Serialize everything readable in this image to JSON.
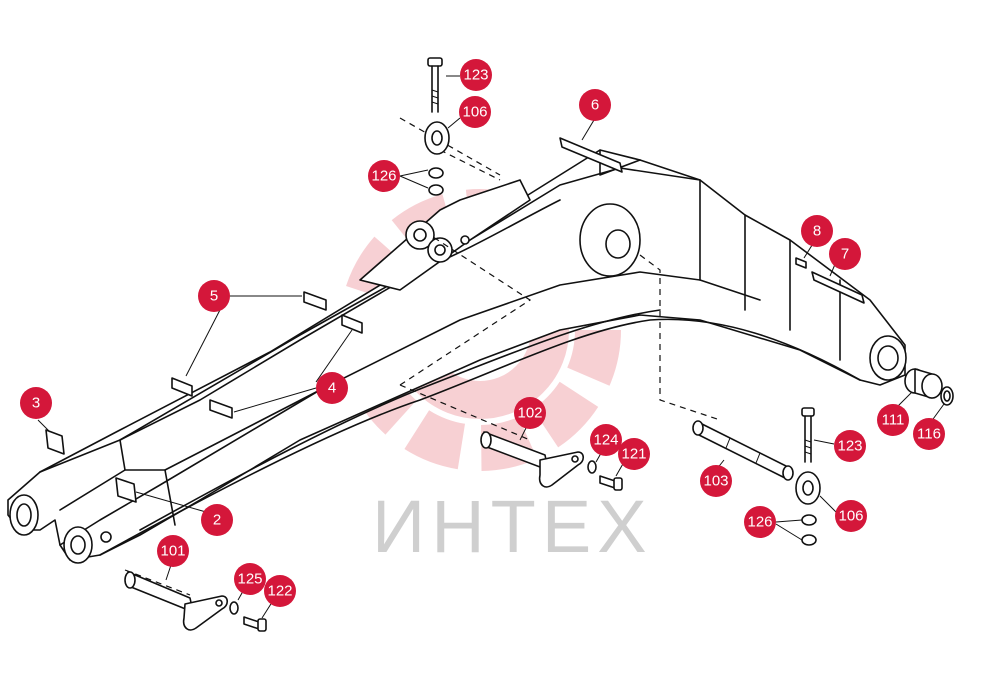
{
  "watermark": {
    "text": "ИНТЕХ",
    "logo_color": "#f6c8cc"
  },
  "callout_color": "#d4173a",
  "callouts": [
    {
      "id": "123a",
      "label": "123"
    },
    {
      "id": "106a",
      "label": "106"
    },
    {
      "id": "126a",
      "label": "126"
    },
    {
      "id": "6",
      "label": "6"
    },
    {
      "id": "8",
      "label": "8"
    },
    {
      "id": "7",
      "label": "7"
    },
    {
      "id": "5",
      "label": "5"
    },
    {
      "id": "4",
      "label": "4"
    },
    {
      "id": "3",
      "label": "3"
    },
    {
      "id": "2",
      "label": "2"
    },
    {
      "id": "102",
      "label": "102"
    },
    {
      "id": "124",
      "label": "124"
    },
    {
      "id": "121",
      "label": "121"
    },
    {
      "id": "103",
      "label": "103"
    },
    {
      "id": "111",
      "label": "111"
    },
    {
      "id": "116",
      "label": "116"
    },
    {
      "id": "123b",
      "label": "123"
    },
    {
      "id": "106b",
      "label": "106"
    },
    {
      "id": "126b",
      "label": "126"
    },
    {
      "id": "101",
      "label": "101"
    },
    {
      "id": "125",
      "label": "125"
    },
    {
      "id": "122",
      "label": "122"
    }
  ]
}
